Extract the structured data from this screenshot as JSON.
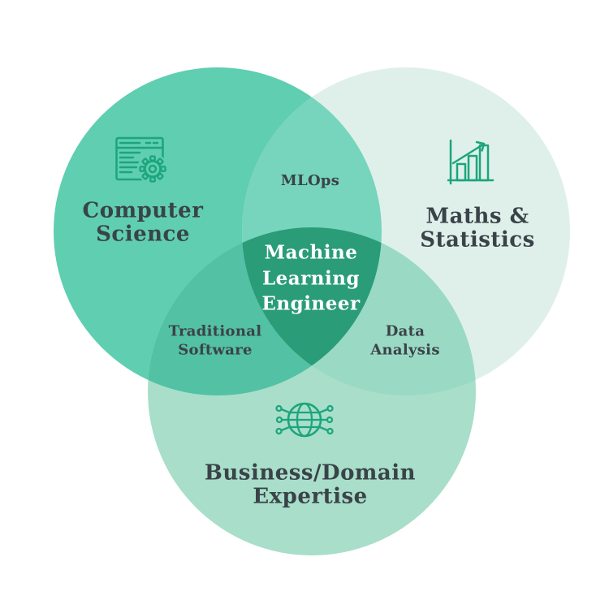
{
  "diagram_type": "venn",
  "colors": {
    "background": "#ffffff",
    "label_text": "#3a4348",
    "center_label_text": "#ffffff",
    "icon_stroke": "#1ca57c",
    "circle_computer_science": "#5fceb1",
    "circle_maths_statistics": "#dff0ea",
    "circle_business_domain": "#a8deca",
    "overlap_cs_maths": "#76d5bc",
    "overlap_cs_business": "#53c1a3",
    "overlap_maths_business": "#9adac4",
    "overlap_center": "#2a9c77"
  },
  "venn": {
    "circles": [
      {
        "id": "computer-science",
        "label": "Computer Science",
        "icon": "code-window-gear-icon"
      },
      {
        "id": "maths-statistics",
        "label": "Maths & Statistics",
        "icon": "bar-chart-growth-icon"
      },
      {
        "id": "business-domain",
        "label": "Business/Domain Expertise",
        "icon": "network-globe-icon"
      }
    ],
    "overlaps": {
      "cs_maths": {
        "label": "MLOps"
      },
      "cs_business": {
        "label": "Traditional Software"
      },
      "maths_business": {
        "label": "Data Analysis"
      },
      "center": {
        "label": "Machine Learning Engineer"
      }
    }
  }
}
